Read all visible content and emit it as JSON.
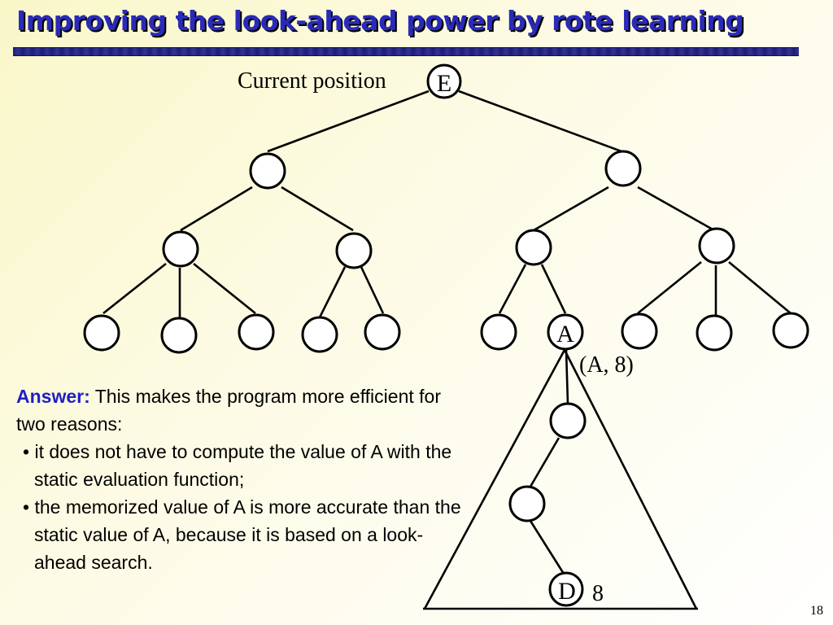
{
  "slide": {
    "title": "Improving the look-ahead power by rote learning",
    "number": "18"
  },
  "tree": {
    "current_position_label": "Current position",
    "root_label": "E",
    "node_a_label": "A",
    "node_a_value": "(A, 8)",
    "leaf_d_label": "D",
    "leaf_d_value": "8"
  },
  "answer": {
    "heading": "Answer:",
    "intro": "This makes the program more efficient for two reasons:",
    "bullets": [
      "it does not have to compute the value of A with the static evaluation function;",
      "the memorized value of A is more accurate than the static value of A, because it is based on a look-ahead search."
    ]
  }
}
